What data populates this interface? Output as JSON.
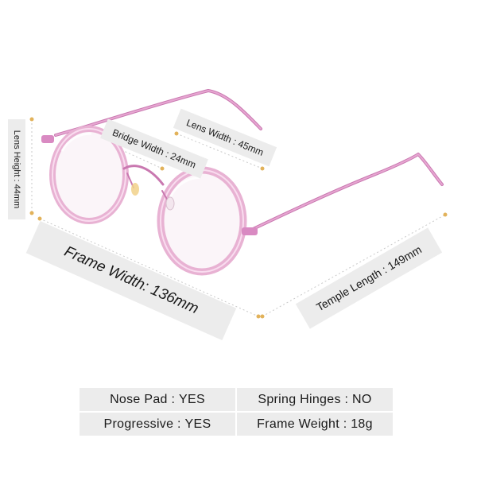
{
  "labels": {
    "lens_height": "Lens Height : 44mm",
    "lens_width": "Lens Width : 45mm",
    "bridge_width": "Bridge Width : 24mm",
    "frame_width": "Frame Width: 136mm",
    "temple_length": "Temple Length : 149mm"
  },
  "specs": [
    {
      "name": "Nose Pad",
      "value": "YES"
    },
    {
      "name": "Spring Hinges",
      "value": "NO"
    },
    {
      "name": "Progressive",
      "value": "YES"
    },
    {
      "name": "Frame Weight",
      "value": "18g"
    }
  ],
  "colors": {
    "frame_metal": "#d98ac2",
    "frame_rim": "#f2c2dc",
    "label_bg": "#ececec",
    "dimension_dot": "#e2b25a"
  }
}
